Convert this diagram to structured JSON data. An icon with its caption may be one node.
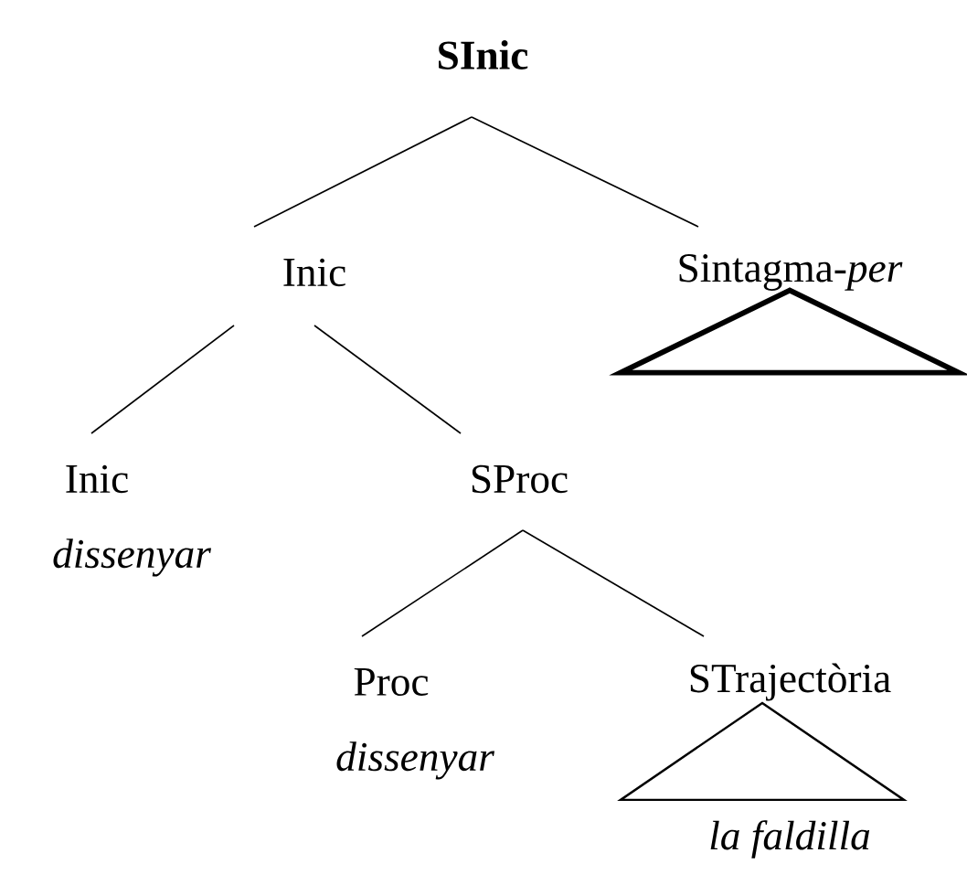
{
  "diagram": {
    "nodes": [
      {
        "text": [
          "SInic"
        ]
      },
      {
        "text": [
          "Inic"
        ]
      },
      {
        "text": [
          "Sintagma-*per*"
        ]
      },
      {
        "text": [
          "Inic"
        ],
        "beside": [
          "dissenyar"
        ]
      },
      {
        "text": [
          "SProc"
        ]
      },
      {
        "text": [],
        "shape": "triangle"
      },
      {
        "text": [
          "Proc"
        ],
        "beside": [
          "dissenyar"
        ]
      },
      {
        "text": [
          "STrajectòria"
        ]
      },
      {
        "text": [],
        "shape": "triangle",
        "beside": [
          "la faldilla"
        ]
      }
    ],
    "edges": [
      {
        "from": 0,
        "to": 1,
        "arrow": "none"
      },
      {
        "from": 0,
        "to": 2,
        "arrow": "none"
      },
      {
        "from": 1,
        "to": 3,
        "arrow": "none"
      },
      {
        "from": 1,
        "to": 4,
        "arrow": "none"
      },
      {
        "from": 4,
        "to": 6,
        "arrow": "none"
      },
      {
        "from": 4,
        "to": 7,
        "arrow": "none"
      }
    ]
  }
}
